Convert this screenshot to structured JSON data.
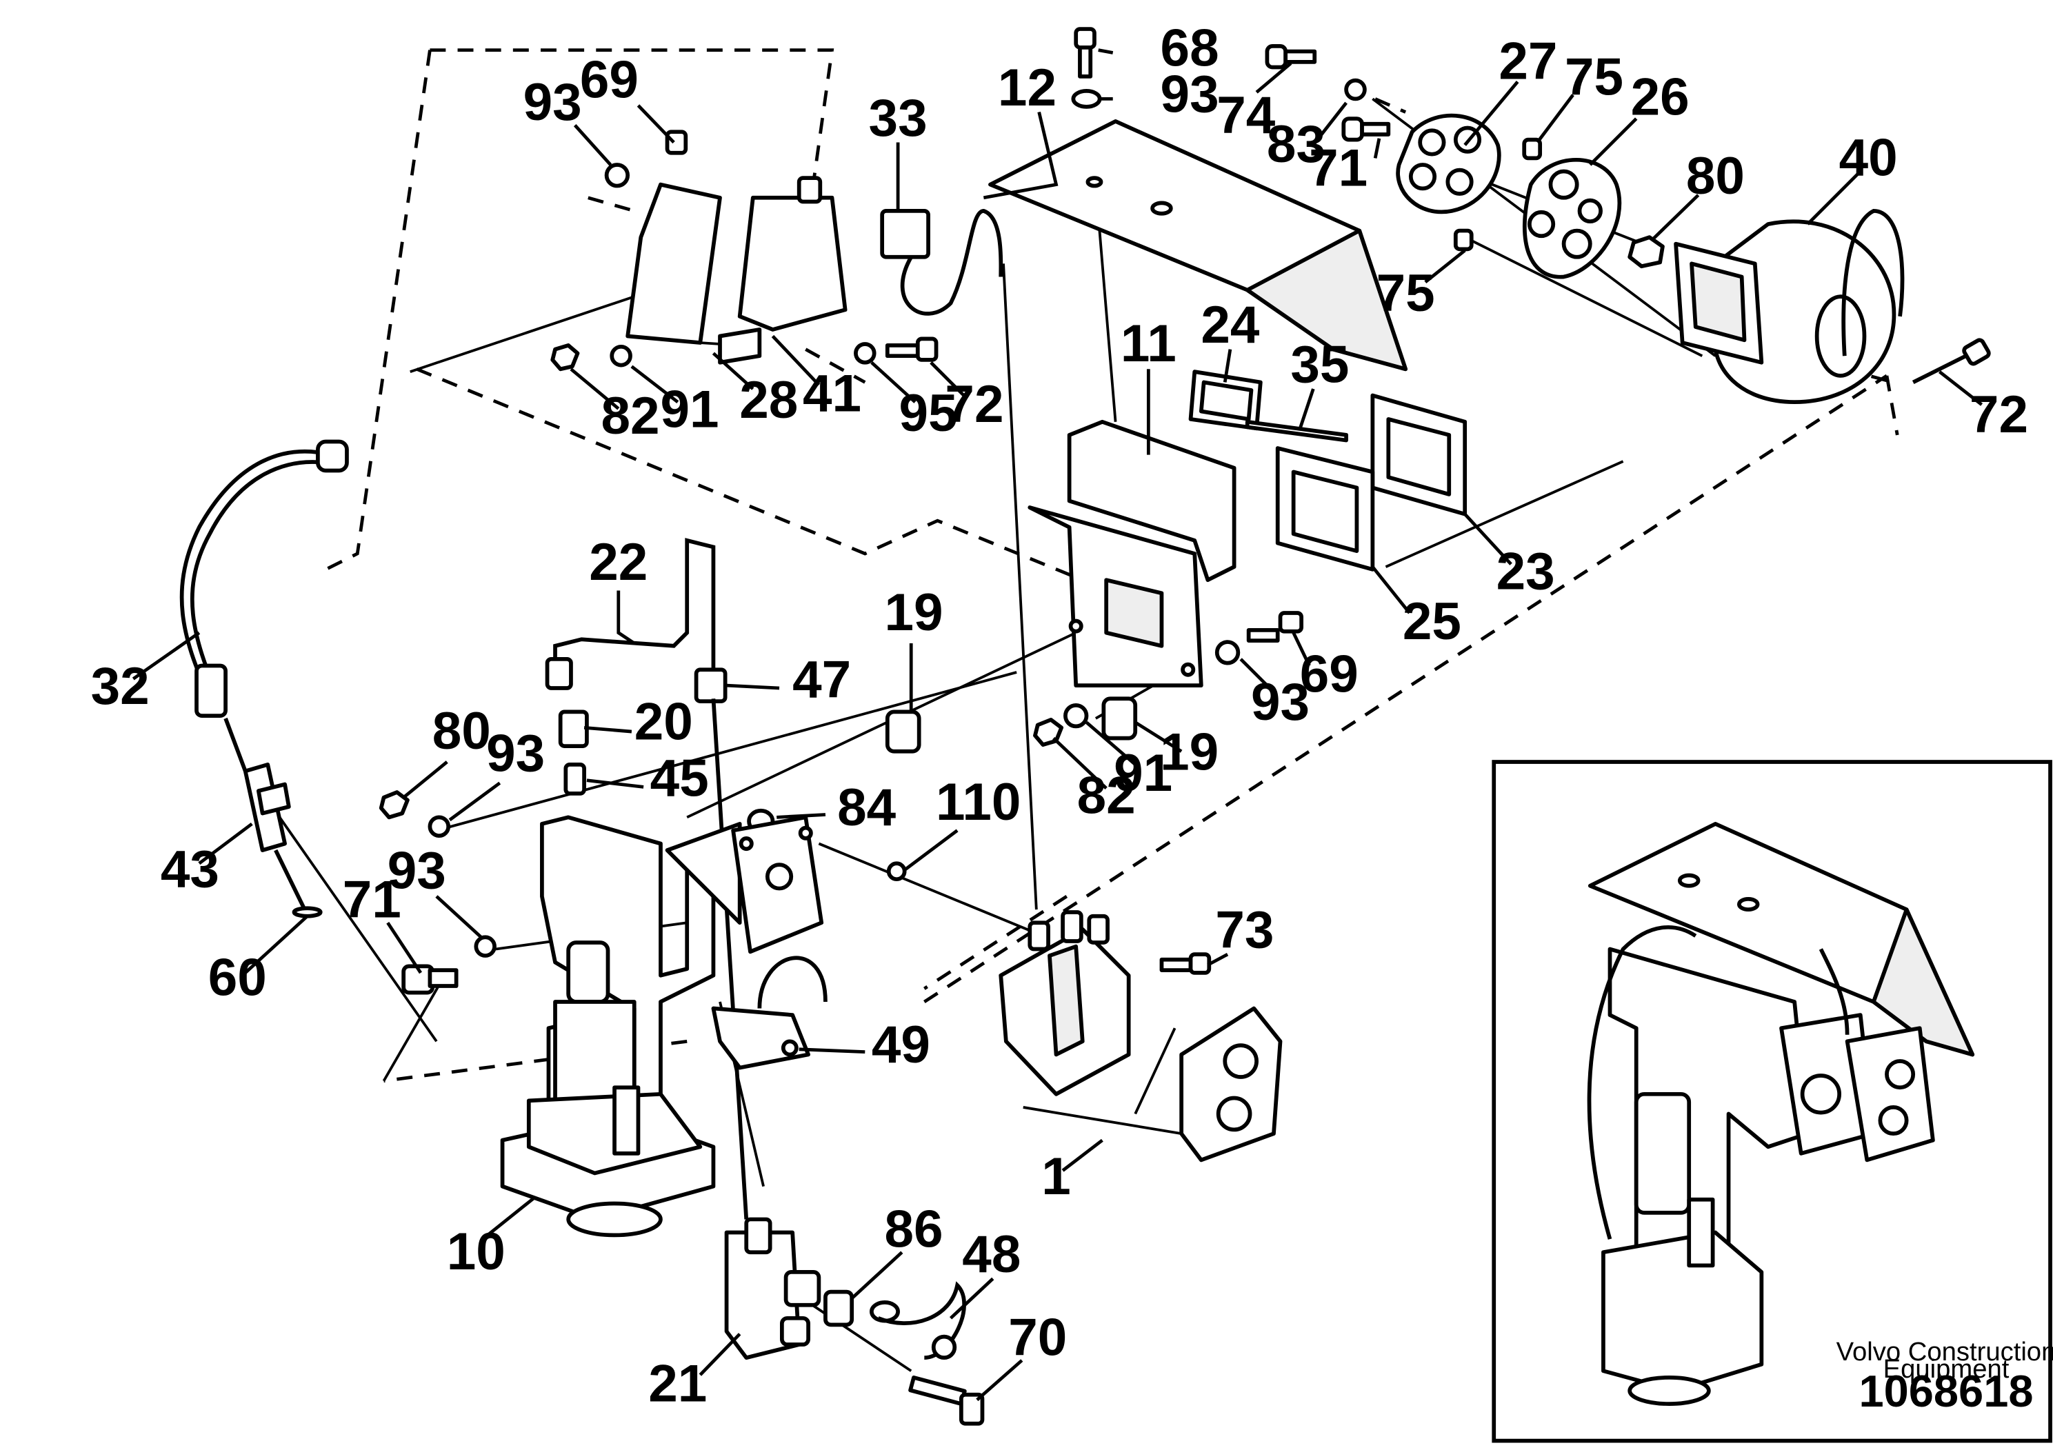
{
  "labels": [
    {
      "id": "l68",
      "text": "68"
    },
    {
      "id": "l93a",
      "text": "93"
    },
    {
      "id": "l12",
      "text": "12"
    },
    {
      "id": "l74",
      "text": "74"
    },
    {
      "id": "l83",
      "text": "83"
    },
    {
      "id": "l71a",
      "text": "71"
    },
    {
      "id": "l27",
      "text": "27"
    },
    {
      "id": "l75a",
      "text": "75"
    },
    {
      "id": "l26",
      "text": "26"
    },
    {
      "id": "l80a",
      "text": "80"
    },
    {
      "id": "l40",
      "text": "40"
    },
    {
      "id": "l75b",
      "text": "75"
    },
    {
      "id": "l72a",
      "text": "72"
    },
    {
      "id": "l93b",
      "text": "93"
    },
    {
      "id": "l69a",
      "text": "69"
    },
    {
      "id": "l33",
      "text": "33"
    },
    {
      "id": "l82a",
      "text": "82"
    },
    {
      "id": "l91a",
      "text": "91"
    },
    {
      "id": "l28",
      "text": "28"
    },
    {
      "id": "l41",
      "text": "41"
    },
    {
      "id": "l95",
      "text": "95"
    },
    {
      "id": "l72b",
      "text": "72"
    },
    {
      "id": "l11",
      "text": "11"
    },
    {
      "id": "l24",
      "text": "24"
    },
    {
      "id": "l35",
      "text": "35"
    },
    {
      "id": "l23",
      "text": "23"
    },
    {
      "id": "l25",
      "text": "25"
    },
    {
      "id": "l22",
      "text": "22"
    },
    {
      "id": "l32",
      "text": "32"
    },
    {
      "id": "l47",
      "text": "47"
    },
    {
      "id": "l20",
      "text": "20"
    },
    {
      "id": "l19a",
      "text": "19"
    },
    {
      "id": "l69b",
      "text": "69"
    },
    {
      "id": "l93c",
      "text": "93"
    },
    {
      "id": "l19b",
      "text": "19"
    },
    {
      "id": "l82b",
      "text": "82"
    },
    {
      "id": "l91b",
      "text": "91"
    },
    {
      "id": "l80b",
      "text": "80"
    },
    {
      "id": "l93d",
      "text": "93"
    },
    {
      "id": "l45",
      "text": "45"
    },
    {
      "id": "l84",
      "text": "84"
    },
    {
      "id": "l110",
      "text": "110"
    },
    {
      "id": "l43",
      "text": "43"
    },
    {
      "id": "l93e",
      "text": "93"
    },
    {
      "id": "l71b",
      "text": "71"
    },
    {
      "id": "l60",
      "text": "60"
    },
    {
      "id": "l73",
      "text": "73"
    },
    {
      "id": "l49",
      "text": "49"
    },
    {
      "id": "l1",
      "text": "1"
    },
    {
      "id": "l10",
      "text": "10"
    },
    {
      "id": "l86",
      "text": "86"
    },
    {
      "id": "l48",
      "text": "48"
    },
    {
      "id": "l70",
      "text": "70"
    },
    {
      "id": "l21",
      "text": "21"
    }
  ],
  "credit": {
    "line1": "Volvo Construction",
    "line2": "Equipment"
  },
  "doc_number": "1068618"
}
